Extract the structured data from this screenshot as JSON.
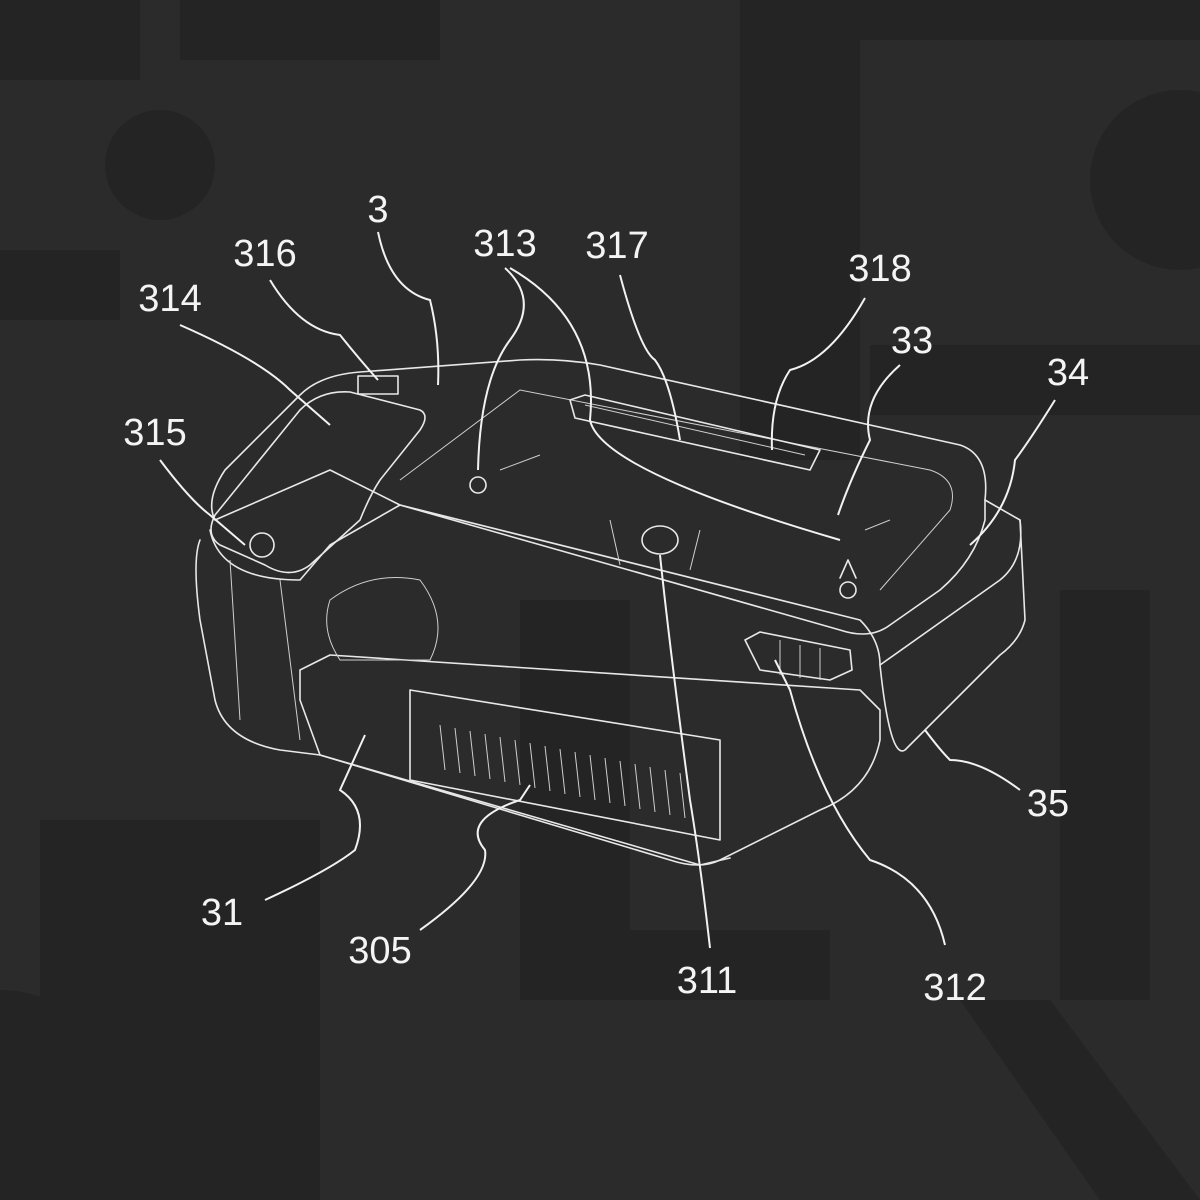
{
  "figure": {
    "labels": {
      "l3": "3",
      "l316": "316",
      "l314": "314",
      "l315": "315",
      "l313": "313",
      "l317": "317",
      "l318": "318",
      "l33": "33",
      "l34": "34",
      "l35": "35",
      "l31": "31",
      "l305": "305",
      "l311": "311",
      "l312": "312"
    },
    "colors": {
      "background": "#2b2b2b",
      "line": "#e8e8e8"
    }
  }
}
